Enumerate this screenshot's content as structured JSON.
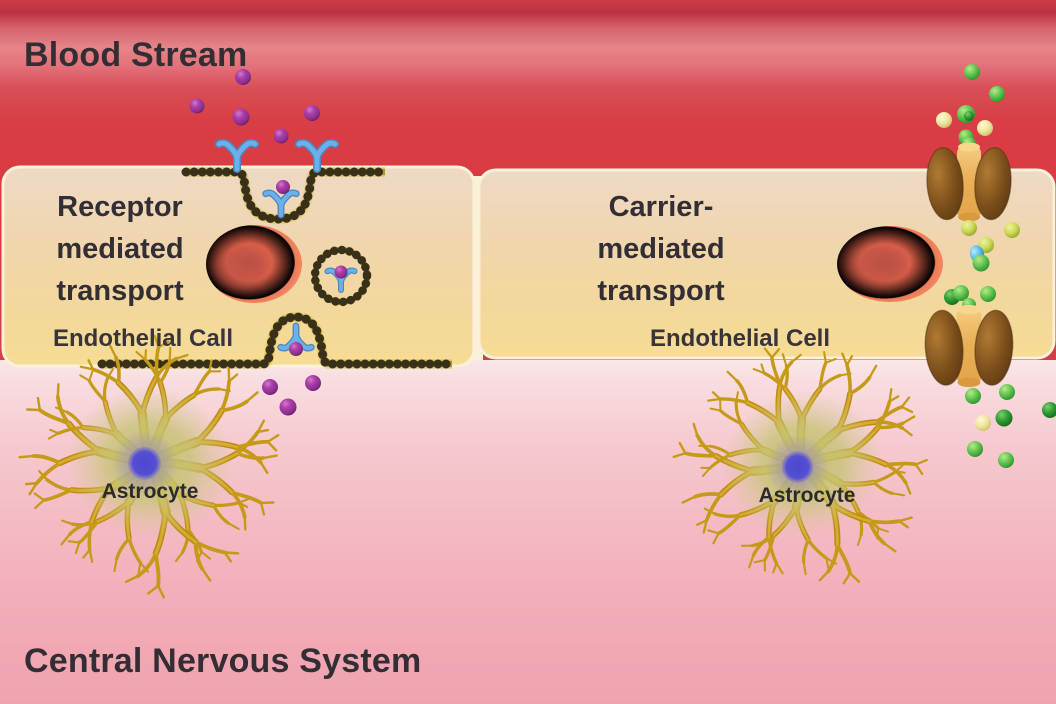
{
  "diagram": {
    "blood_stream_label": "Blood Stream",
    "cns_label": "Central Nervous System",
    "left_panel": {
      "title_lines": [
        "Receptor",
        "mediated",
        "transport"
      ],
      "cell_label": "Endothelial Call",
      "astrocyte_label": "Astrocyte"
    },
    "right_panel": {
      "title_lines": [
        "Carrier-",
        "mediated",
        "transport"
      ],
      "cell_label": "Endothelial Cell",
      "astrocyte_label": "Astrocyte"
    },
    "icons": {
      "receptor": "Y-shaped membrane receptor",
      "vesicle": "coated vesicle with receptor and ligand",
      "carrier": "barrel-shaped carrier protein channel",
      "molecule_purple": "ligand molecule",
      "molecule_green": "solute molecule",
      "red_blood_cell": "red blood cell",
      "astrocyte": "star-shaped astrocyte cell",
      "membrane": "beaded cell membrane"
    },
    "colors": {
      "blood_red": "#d93d45",
      "cns_pink": "#f4bac3",
      "cell_tan": "#f0d6ae",
      "cell_border": "#fbf0d8",
      "membrane_dark": "#383018",
      "membrane_olive": "#b2952f",
      "receptor_blue": "#6cb0e8",
      "molecule_purple": "#a13ba1",
      "molecule_green": "#5cc24e",
      "molecule_yellow_green": "#ccd95a",
      "molecule_pale_yellow": "#efe6a0",
      "molecule_blue": "#56b8e8",
      "carrier_brown": "#7b4e1a",
      "carrier_channel": "#eab159",
      "astrocyte_gold": "#c59a18",
      "astrocyte_body": "#c6c476",
      "nucleus_blue": "#4b48cf",
      "rbc_red": "#e2604a",
      "text": "#322e34"
    }
  }
}
